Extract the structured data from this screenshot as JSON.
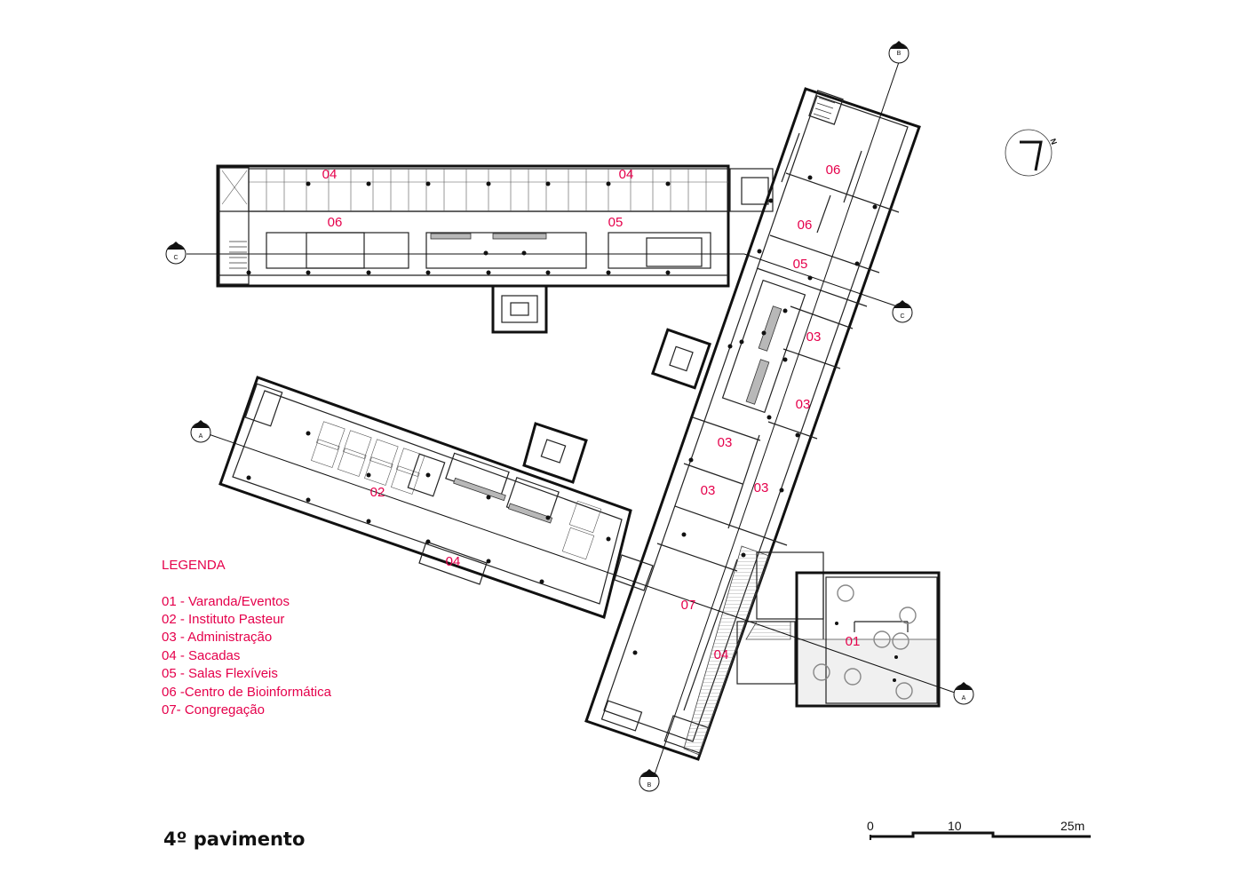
{
  "rooms": {
    "r04_left": "04",
    "r04_right": "04",
    "r06_top": "06",
    "r05_top": "05",
    "r06_ne1": "06",
    "r06_ne2": "06",
    "r05_ne": "05",
    "r03_a": "03",
    "r03_b": "03",
    "r03_c": "03",
    "r03_d": "03",
    "r03_e": "03",
    "r02": "02",
    "r04_sw": "04",
    "r07": "07",
    "r04_s": "04",
    "r01": "01"
  },
  "section_markers": {
    "c_left": "C",
    "c_right": "C",
    "a_left": "A",
    "a_right": "A",
    "b_top": "B",
    "b_bottom": "B"
  },
  "north": {
    "letter": "N"
  },
  "legend": {
    "title": "LEGENDA",
    "items": [
      "01 - Varanda/Eventos",
      "02 - Instituto Pasteur",
      "03 - Administração",
      "04 - Sacadas",
      "05 - Salas Flexíveis",
      "06 -Centro de Bioinformática",
      "07- Congregação"
    ]
  },
  "title": "4º pavimento",
  "scale": {
    "t0": "0",
    "t10": "10",
    "t25": "25m"
  },
  "colors": {
    "accent": "#e5004b",
    "ink": "#111111"
  }
}
